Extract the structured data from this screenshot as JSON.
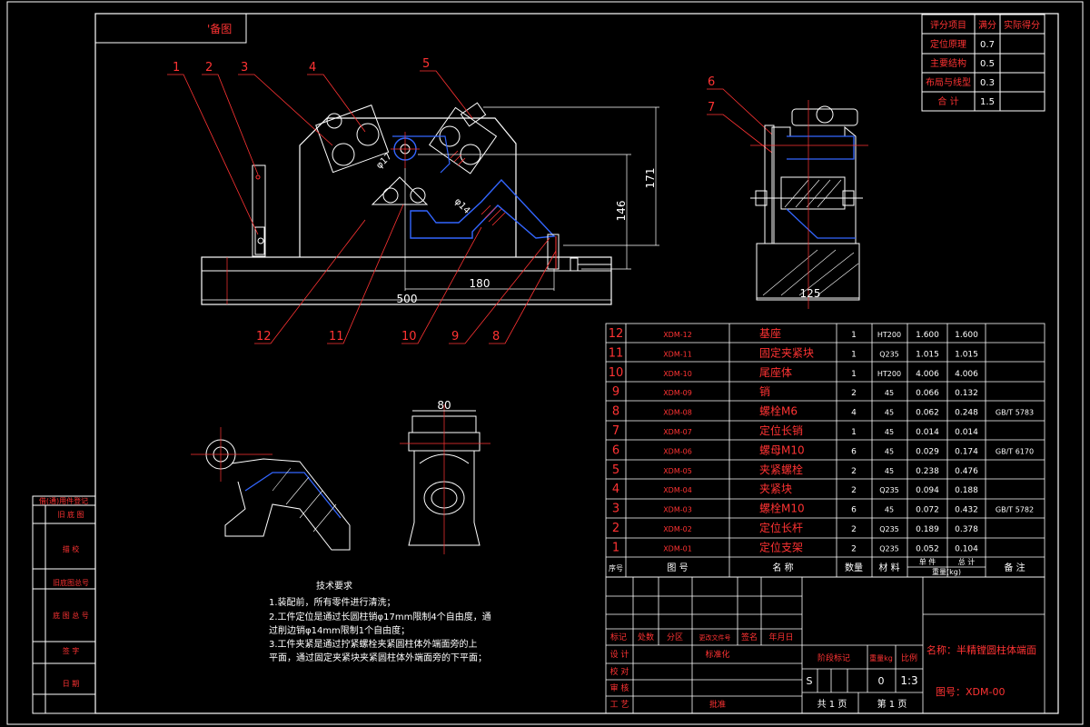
{
  "corner_tag": "'备图",
  "title_block": {
    "name": "名称：半精镗圆柱体端面",
    "drawing_no": "图号：XDM-00",
    "scale": "1:3",
    "page_total": "共 1 页",
    "page_current": "第 1 页",
    "qty_cell": "0",
    "stage_mark": "S",
    "hdr_stage": "阶段标记",
    "hdr_weight": "重量kg",
    "hdr_scale": "比例",
    "rev_headers": [
      "标记",
      "处数",
      "分区",
      "更改文件号",
      "签名",
      "年月日"
    ],
    "left_labels": [
      "设 计",
      "校 对",
      "审 核",
      "工 艺"
    ],
    "std_label": "标准化",
    "approve_label": "批准"
  },
  "score_table": {
    "headers": [
      "评分项目",
      "满分",
      "实际得分"
    ],
    "rows": [
      {
        "item": "定位原理",
        "score": "0.7",
        "actual": ""
      },
      {
        "item": "主要结构",
        "score": "0.5",
        "actual": ""
      },
      {
        "item": "布局与线型",
        "score": "0.3",
        "actual": ""
      },
      {
        "item": "合    计",
        "score": "1.5",
        "actual": ""
      }
    ]
  },
  "bom": {
    "rows": [
      {
        "no": "12",
        "code": "XDM-12",
        "name": "基座",
        "qty": "1",
        "mat": "HT200",
        "single": "1.600",
        "total": "1.600",
        "note": ""
      },
      {
        "no": "11",
        "code": "XDM-11",
        "name": "固定夹紧块",
        "qty": "1",
        "mat": "Q235",
        "single": "1.015",
        "total": "1.015",
        "note": ""
      },
      {
        "no": "10",
        "code": "XDM-10",
        "name": "尾座体",
        "qty": "1",
        "mat": "HT200",
        "single": "4.006",
        "total": "4.006",
        "note": ""
      },
      {
        "no": "9",
        "code": "XDM-09",
        "name": "销",
        "qty": "2",
        "mat": "45",
        "single": "0.066",
        "total": "0.132",
        "note": ""
      },
      {
        "no": "8",
        "code": "XDM-08",
        "name": "螺栓M6",
        "qty": "4",
        "mat": "45",
        "single": "0.062",
        "total": "0.248",
        "note": "GB/T 5783"
      },
      {
        "no": "7",
        "code": "XDM-07",
        "name": "定位长销",
        "qty": "1",
        "mat": "45",
        "single": "0.014",
        "total": "0.014",
        "note": ""
      },
      {
        "no": "6",
        "code": "XDM-06",
        "name": "螺母M10",
        "qty": "6",
        "mat": "45",
        "single": "0.029",
        "total": "0.174",
        "note": "GB/T 6170"
      },
      {
        "no": "5",
        "code": "XDM-05",
        "name": "夹紧螺栓",
        "qty": "2",
        "mat": "45",
        "single": "0.238",
        "total": "0.476",
        "note": ""
      },
      {
        "no": "4",
        "code": "XDM-04",
        "name": "夹紧块",
        "qty": "2",
        "mat": "Q235",
        "single": "0.094",
        "total": "0.188",
        "note": ""
      },
      {
        "no": "3",
        "code": "XDM-03",
        "name": "螺栓M10",
        "qty": "6",
        "mat": "45",
        "single": "0.072",
        "total": "0.432",
        "note": "GB/T 5782"
      },
      {
        "no": "2",
        "code": "XDM-02",
        "name": "定位长杆",
        "qty": "2",
        "mat": "Q235",
        "single": "0.189",
        "total": "0.378",
        "note": ""
      },
      {
        "no": "1",
        "code": "XDM-01",
        "name": "定位支架",
        "qty": "2",
        "mat": "Q235",
        "single": "0.052",
        "total": "0.104",
        "note": ""
      }
    ],
    "header": {
      "no": "序号",
      "code": "图 号",
      "name": "名 称",
      "qty": "数量",
      "mat": "材 料",
      "single": "单 件",
      "total": "总 计",
      "weight": "重量(kg)",
      "note": "备 注"
    }
  },
  "side_block": [
    "借(通)用件登记",
    "旧 底 图",
    "描  校",
    "旧底图总号",
    "底 图 总 号",
    "签  字",
    "日  期"
  ],
  "tech_req": {
    "title": "技术要求",
    "lines": [
      "1.装配前，所有零件进行清洗；",
      "2.工件定位是通过长圆柱销φ17mm限制4个自由度，通",
      "过削边销φ14mm限制1个自由度；",
      "3.工件夹紧是通过拧紧螺栓夹紧圆柱体外端面旁的上",
      "平面，通过固定夹紧块夹紧圆柱体外端面旁的下平面；"
    ]
  },
  "dims": {
    "d500": "500",
    "d180": "180",
    "d146": "146",
    "d171": "171",
    "d125": "125",
    "d80": "80",
    "phi17": "φ17",
    "phi14": "φ14"
  },
  "balloons": [
    "1",
    "2",
    "3",
    "4",
    "5",
    "6",
    "7",
    "8",
    "9",
    "10",
    "11",
    "12"
  ]
}
